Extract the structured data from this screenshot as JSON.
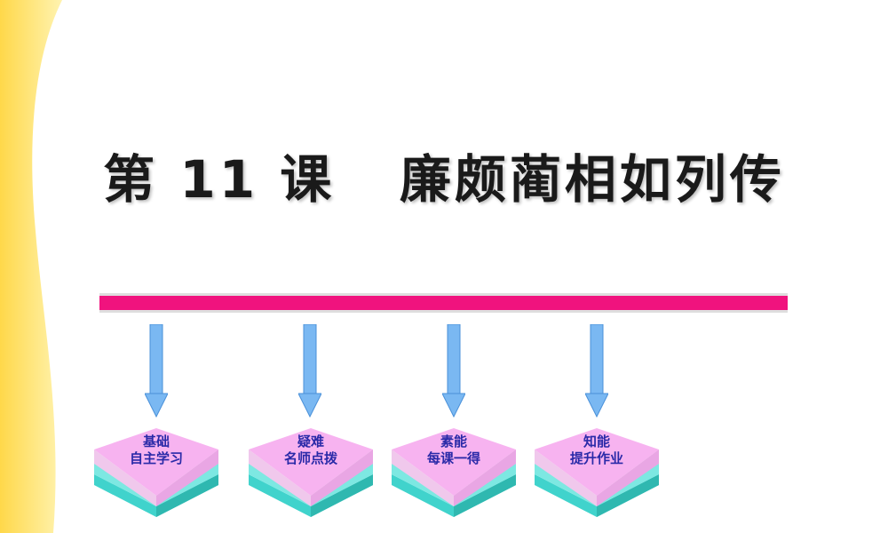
{
  "slide": {
    "title": "第 11 课   廉颇蔺相如列传",
    "colors": {
      "accent_bar": "#f0137e",
      "arrow": "#7ab8f2",
      "node_top": "#f7b3f0",
      "node_side": "#40d3cc",
      "label_text": "#2a2aa8",
      "side_decoration": "#ffe97a"
    },
    "nodes": [
      {
        "line1": "基础",
        "line2": "自主学习"
      },
      {
        "line1": "疑难",
        "line2": "名师点拨"
      },
      {
        "line1": "素能",
        "line2": "每课一得"
      },
      {
        "line1": "知能",
        "line2": "提升作业"
      }
    ]
  }
}
